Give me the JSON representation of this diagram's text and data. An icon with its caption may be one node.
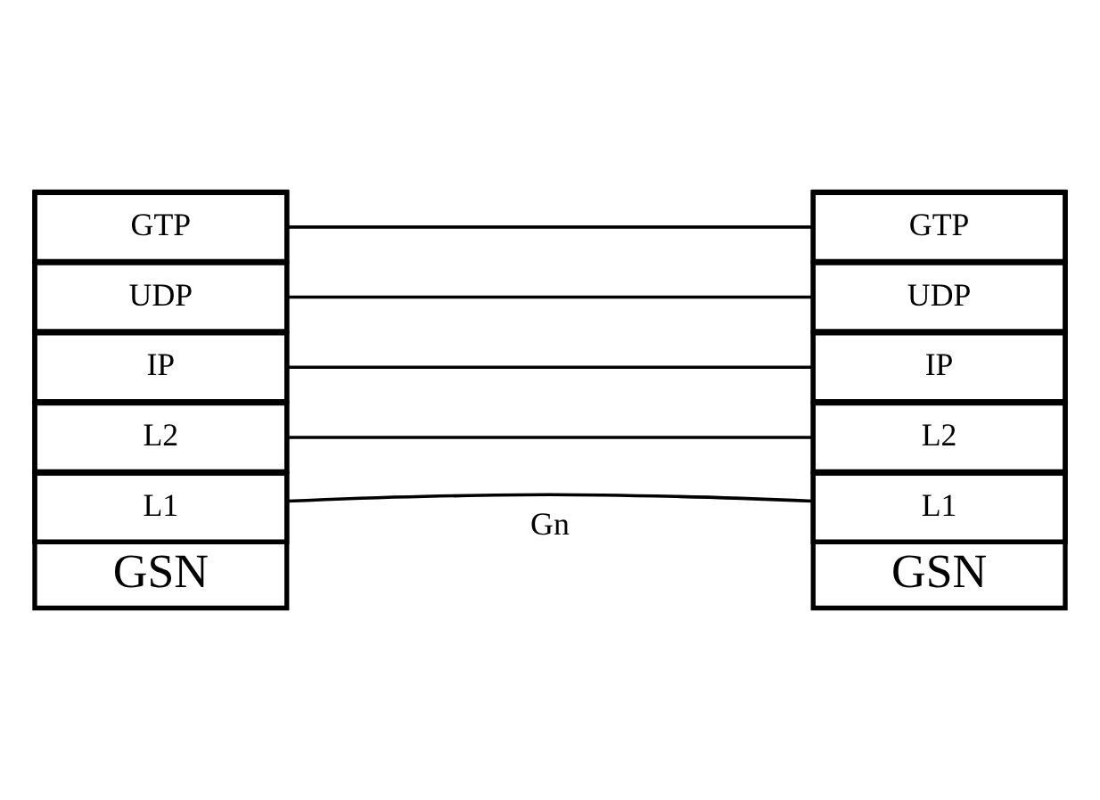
{
  "diagram": {
    "nodes": [
      {
        "text": [
          "GSN"
        ]
      },
      {
        "text": [
          "GTP"
        ],
        "in": 0
      },
      {
        "text": [
          "UDP"
        ],
        "in": 0
      },
      {
        "text": [
          "IP"
        ],
        "in": 0
      },
      {
        "text": [
          "L2"
        ],
        "in": 0
      },
      {
        "text": [
          "L1"
        ],
        "in": 0
      },
      {
        "text": [
          "GSN"
        ]
      },
      {
        "text": [
          "GTP"
        ],
        "in": 6
      },
      {
        "text": [
          "UDP"
        ],
        "in": 6
      },
      {
        "text": [
          "IP"
        ],
        "in": 6
      },
      {
        "text": [
          "L2"
        ],
        "in": 6
      },
      {
        "text": [
          "L1"
        ],
        "in": 6
      }
    ],
    "edges": [
      {
        "from": 1,
        "to": 7,
        "arrow": "none"
      },
      {
        "from": 2,
        "to": 8,
        "arrow": "none"
      },
      {
        "from": 3,
        "to": 9,
        "arrow": "none"
      },
      {
        "from": 4,
        "to": 10,
        "arrow": "none"
      },
      {
        "from": 5,
        "to": 11,
        "arrow": "none"
      }
    ],
    "labels": [
      "Gn"
    ]
  }
}
